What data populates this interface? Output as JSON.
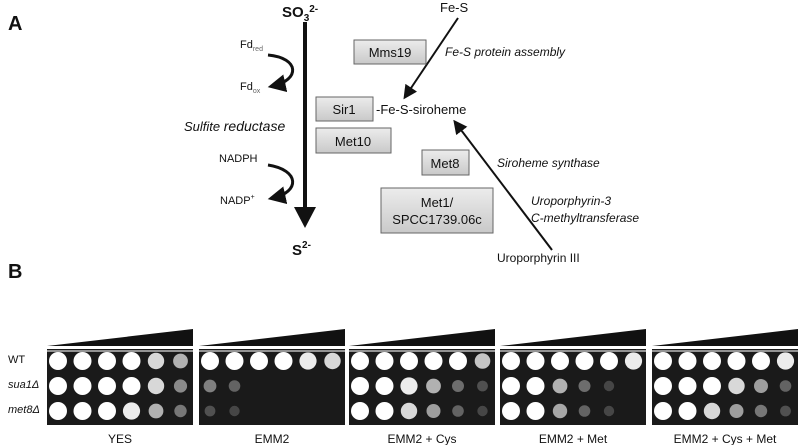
{
  "panel_a": {
    "label": "A",
    "top": {
      "base": "SO",
      "sub": "3",
      "sup": "2-"
    },
    "bottom": {
      "base": "S",
      "sup": "2-"
    },
    "fd_red": {
      "base": "Fd",
      "sub": "red"
    },
    "fd_ox": {
      "base": "Fd",
      "sub": "ox"
    },
    "nadph": "NADPH",
    "nadp": {
      "base": "NADP",
      "sup": "+"
    },
    "sulfite_reductase": {
      "part1": "Sulfite ",
      "part2": "reductase"
    },
    "fes": "Fe-S",
    "fes_assembly": "Fe-S protein assembly",
    "center": "-Fe-S-siroheme",
    "siroheme_synthase": "Siroheme synthase",
    "methyltransferase_line1": "Uroporphyrin-3",
    "methyltransferase_line2": "C-methyltransferase",
    "uroporphyrin": "Uroporphyrin III",
    "boxes": {
      "mms19": "Mms19",
      "sir1": "Sir1",
      "met10": "Met10",
      "met8": "Met8",
      "met1_line1": "Met1/",
      "met1_line2": "SPCC1739.06c"
    }
  },
  "panel_b": {
    "label": "B",
    "rows": [
      "WT",
      "sua1Δ",
      "met8Δ"
    ],
    "plates": [
      {
        "label": "YES",
        "growth": [
          [
            1,
            1,
            1,
            1,
            0.8,
            0.6
          ],
          [
            1,
            1,
            1,
            1,
            0.8,
            0.4
          ],
          [
            1,
            1,
            1,
            0.9,
            0.6,
            0.3
          ]
        ]
      },
      {
        "label": "EMM2",
        "growth": [
          [
            1,
            1,
            1,
            1,
            0.9,
            0.8
          ],
          [
            0.35,
            0.2,
            0,
            0,
            0,
            0
          ],
          [
            0.1,
            0.05,
            0,
            0,
            0,
            0
          ]
        ]
      },
      {
        "label": "EMM2 + Cys",
        "growth": [
          [
            1,
            1,
            1,
            1,
            1,
            0.7
          ],
          [
            1,
            1,
            0.9,
            0.6,
            0.25,
            0.1
          ],
          [
            1,
            1,
            0.8,
            0.5,
            0.2,
            0.05
          ]
        ]
      },
      {
        "label": "EMM2 + Met",
        "growth": [
          [
            1,
            1,
            1,
            1,
            1,
            0.9
          ],
          [
            1,
            1,
            0.6,
            0.25,
            0.05,
            0
          ],
          [
            1,
            1,
            0.55,
            0.2,
            0.05,
            0
          ]
        ]
      },
      {
        "label": "EMM2 + Cys + Met",
        "growth": [
          [
            1,
            1,
            1,
            1,
            1,
            0.9
          ],
          [
            1,
            1,
            1,
            0.8,
            0.5,
            0.2
          ],
          [
            1,
            1,
            0.8,
            0.5,
            0.3,
            0.1
          ]
        ]
      }
    ]
  }
}
